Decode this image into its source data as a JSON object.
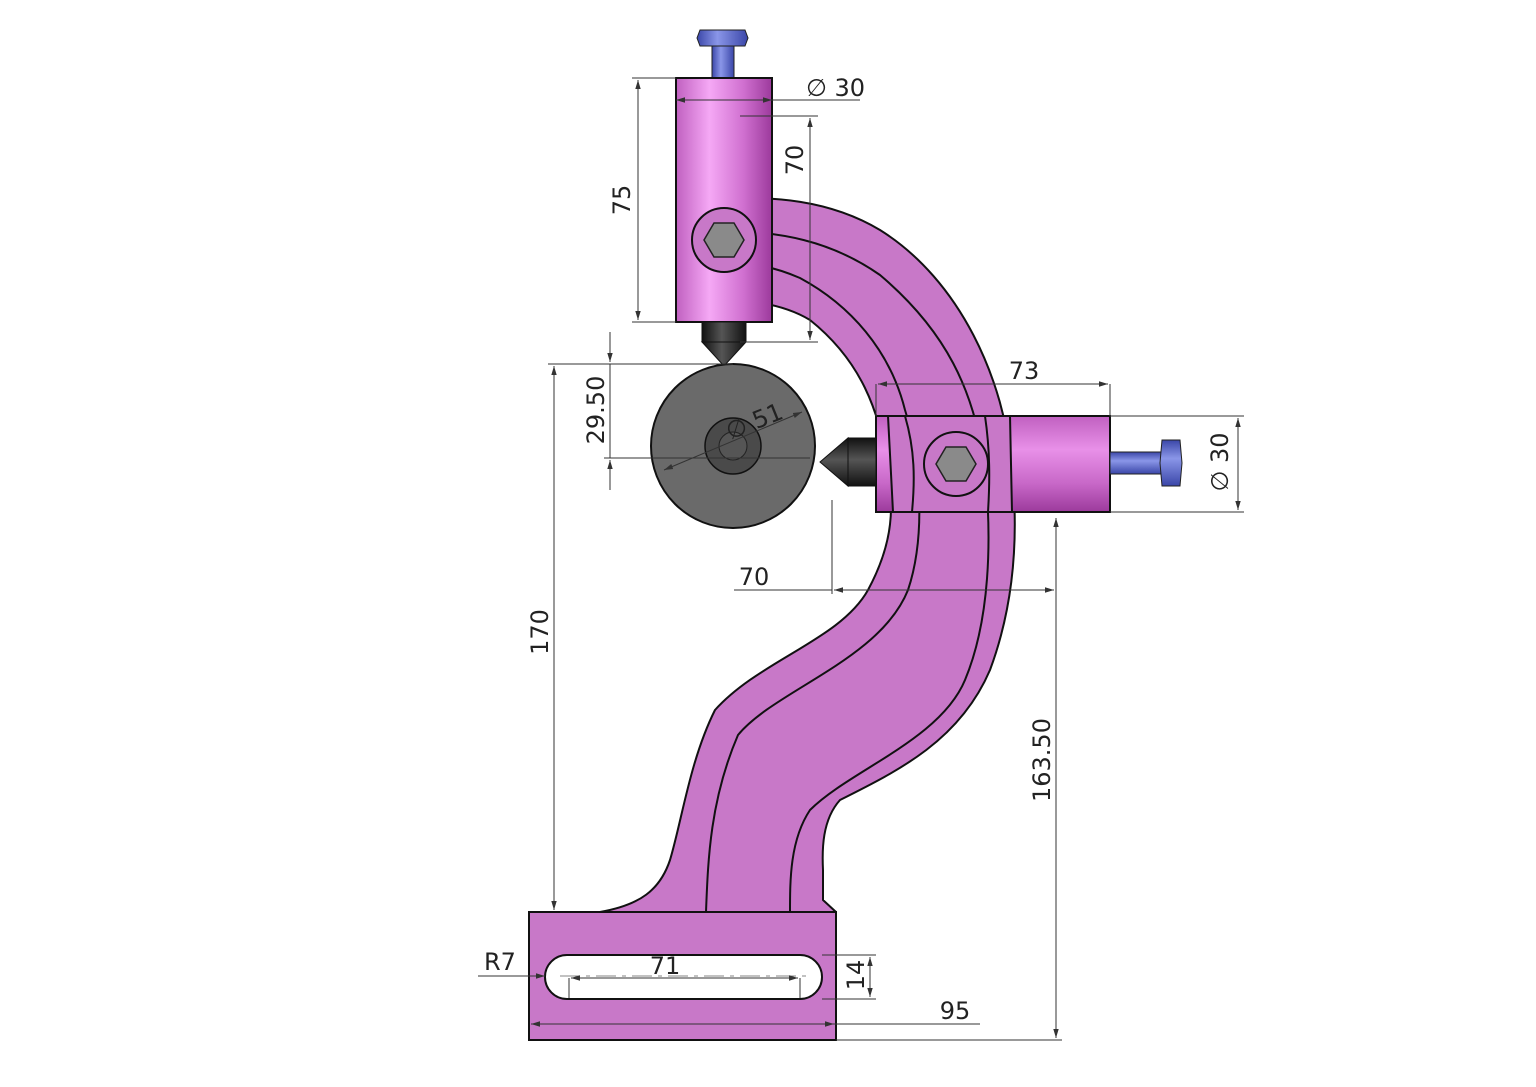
{
  "colors": {
    "frame": "#C878C8",
    "frame_outline": "#111111",
    "cylinder_light": "#F5A8F5",
    "cylinder_mid": "#D070D0",
    "cylinder_dark": "#9C3A9C",
    "wheel": "#6A6A6A",
    "wheel_hub": "#4A4A4A",
    "hex_bolt": "#8A8A8A",
    "cone_tip": "#2A2A2A",
    "screw_blue": "#5A66C8",
    "dimension": "#333333",
    "background": "#FFFFFF"
  },
  "dimensions": {
    "top_cylinder_diameter": "∅ 30",
    "top_cylinder_height": "75",
    "top_cylinder_inner": "70",
    "wheel_offset": "29.50",
    "wheel_diameter": "∅ 51",
    "overall_height": "170",
    "side_cylinder_length": "73",
    "side_cylinder_diameter": "∅ 30",
    "side_offset": "70",
    "base_height": "163.50",
    "slot_radius": "R7",
    "slot_length": "71",
    "slot_width": "14",
    "base_width": "95"
  }
}
